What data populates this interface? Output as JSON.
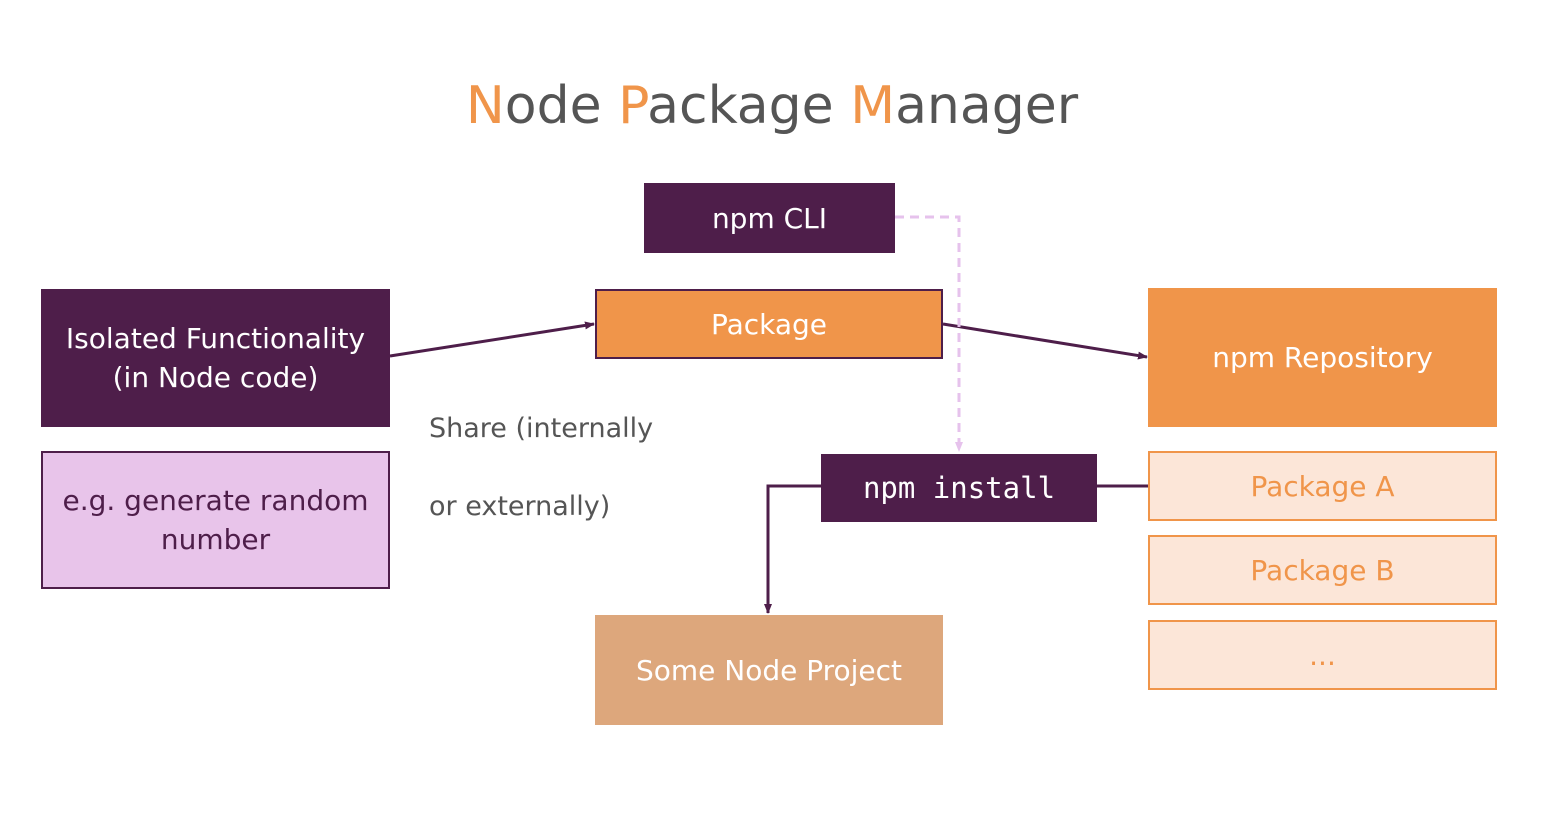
{
  "title": {
    "parts": [
      {
        "text": "N",
        "accent": true
      },
      {
        "text": "ode ",
        "accent": false
      },
      {
        "text": "P",
        "accent": true
      },
      {
        "text": "ackage ",
        "accent": false
      },
      {
        "text": "M",
        "accent": true
      },
      {
        "text": "anager",
        "accent": false
      }
    ]
  },
  "nodes": {
    "npm_cli": "npm CLI",
    "isolated": {
      "line1": "Isolated Functionality",
      "line2": "(in Node code)"
    },
    "example": {
      "line1": "e.g. generate random",
      "line2": "number"
    },
    "package": "Package",
    "repository": "npm Repository",
    "npm_install": "npm install",
    "node_project": "Some Node Project",
    "packages": [
      "Package A",
      "Package B",
      "..."
    ]
  },
  "edge_labels": {
    "share_line1": "Share (internally",
    "share_line2": "or externally)"
  },
  "colors": {
    "dark_purple": "#4e1e4a",
    "orange": "#f0954a",
    "lilac": "#e8c4ea",
    "tan": "#dda77c",
    "peach": "#fce6d8",
    "dashed_line": "#e6c2ec",
    "title_gray": "#555555"
  }
}
